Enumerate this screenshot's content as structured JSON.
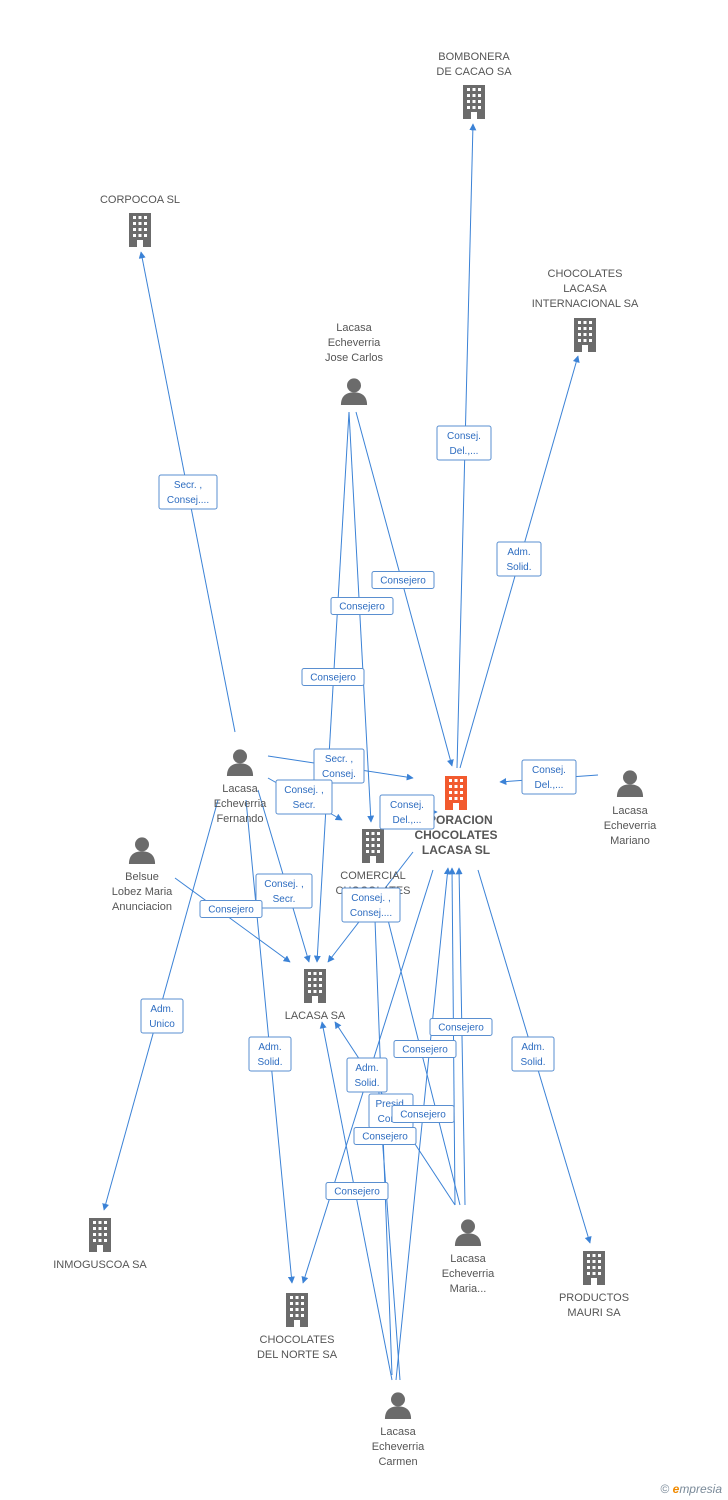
{
  "colors": {
    "edge": "#3b82d6",
    "icon": "#6b6b6b",
    "main_icon": "#f25a2e",
    "label": "#555555"
  },
  "nodes": [
    {
      "id": "bombonera",
      "type": "company",
      "icon": "building-icon",
      "lines": [
        "BOMBONERA",
        "DE CACAO SA"
      ]
    },
    {
      "id": "corpocoa",
      "type": "company",
      "icon": "building-icon",
      "lines": [
        "CORPOCOA SL"
      ]
    },
    {
      "id": "chocolates_int",
      "type": "company",
      "icon": "building-icon",
      "lines": [
        "CHOCOLATES",
        "LACASA",
        "INTERNACIONAL SA"
      ]
    },
    {
      "id": "jose_carlos",
      "type": "person",
      "icon": "person-icon",
      "lines": [
        "Lacasa",
        "Echeverria",
        "Jose Carlos"
      ]
    },
    {
      "id": "main",
      "type": "main",
      "icon": "building-icon",
      "lines": [
        "RPORACION",
        "CHOCOLATES",
        "LACASA SL"
      ]
    },
    {
      "id": "fernando",
      "type": "person",
      "icon": "person-icon",
      "lines": [
        "Lacasa",
        "Echeverria",
        "Fernando"
      ]
    },
    {
      "id": "mariano",
      "type": "person",
      "icon": "person-icon",
      "lines": [
        "Lacasa",
        "Echeverria",
        "Mariano"
      ]
    },
    {
      "id": "comercial",
      "type": "company",
      "icon": "building-icon",
      "lines": [
        "COMERCIAL",
        "CHOCOLATES"
      ]
    },
    {
      "id": "belsue",
      "type": "person",
      "icon": "person-icon",
      "lines": [
        "Belsue",
        "Lobez Maria",
        "Anunciacion"
      ]
    },
    {
      "id": "lacasa_sa",
      "type": "company",
      "icon": "building-icon",
      "lines": [
        "LACASA SA"
      ]
    },
    {
      "id": "inmoguscoa",
      "type": "company",
      "icon": "building-icon",
      "lines": [
        "INMOGUSCOA SA"
      ]
    },
    {
      "id": "maria",
      "type": "person",
      "icon": "person-icon",
      "lines": [
        "Lacasa",
        "Echeverria",
        "Maria..."
      ]
    },
    {
      "id": "productos",
      "type": "company",
      "icon": "building-icon",
      "lines": [
        "PRODUCTOS",
        "MAURI SA"
      ]
    },
    {
      "id": "norte",
      "type": "company",
      "icon": "building-icon",
      "lines": [
        "CHOCOLATES",
        "DEL NORTE SA"
      ]
    },
    {
      "id": "carmen",
      "type": "person",
      "icon": "person-icon",
      "lines": [
        "Lacasa",
        "Echeverria",
        "Carmen"
      ]
    }
  ],
  "edge_labels": [
    {
      "id": "e1",
      "lines": [
        "Consej.",
        "Del.,..."
      ]
    },
    {
      "id": "e2",
      "lines": [
        "Secr. ,",
        "Consej...."
      ]
    },
    {
      "id": "e3",
      "lines": [
        "Adm.",
        "Solid."
      ]
    },
    {
      "id": "e4",
      "lines": [
        "Consejero"
      ]
    },
    {
      "id": "e5",
      "lines": [
        "Consejero"
      ]
    },
    {
      "id": "e6",
      "lines": [
        "Consejero"
      ]
    },
    {
      "id": "e7",
      "lines": [
        "Secr. ,",
        "Consej."
      ]
    },
    {
      "id": "e8",
      "lines": [
        "Consej. ,",
        "Secr."
      ]
    },
    {
      "id": "e9",
      "lines": [
        "Consej.",
        "Del.,..."
      ]
    },
    {
      "id": "e10",
      "lines": [
        "Consej.",
        "Del.,..."
      ]
    },
    {
      "id": "e11",
      "lines": [
        "Consej. ,",
        "Secr."
      ]
    },
    {
      "id": "e12",
      "lines": [
        "Consejero"
      ]
    },
    {
      "id": "e13",
      "lines": [
        "Consej. ,",
        "Consej...."
      ]
    },
    {
      "id": "e14",
      "lines": [
        "Adm.",
        "Unico"
      ]
    },
    {
      "id": "e15",
      "lines": [
        "Consejero"
      ]
    },
    {
      "id": "e16",
      "lines": [
        "Consejero"
      ]
    },
    {
      "id": "e17",
      "lines": [
        "Adm.",
        "Solid."
      ]
    },
    {
      "id": "e18",
      "lines": [
        "Adm.",
        "Solid."
      ]
    },
    {
      "id": "e19",
      "lines": [
        "Adm.",
        "Solid."
      ]
    },
    {
      "id": "e20",
      "lines": [
        "Presid.",
        "Con..."
      ]
    },
    {
      "id": "e21",
      "lines": [
        "Consejero"
      ]
    },
    {
      "id": "e22",
      "lines": [
        "Consejero"
      ]
    },
    {
      "id": "e23",
      "lines": [
        "Consejero"
      ]
    }
  ],
  "footer": {
    "copyright": "©",
    "brand_initial": "e",
    "brand_rest": "mpresia"
  }
}
